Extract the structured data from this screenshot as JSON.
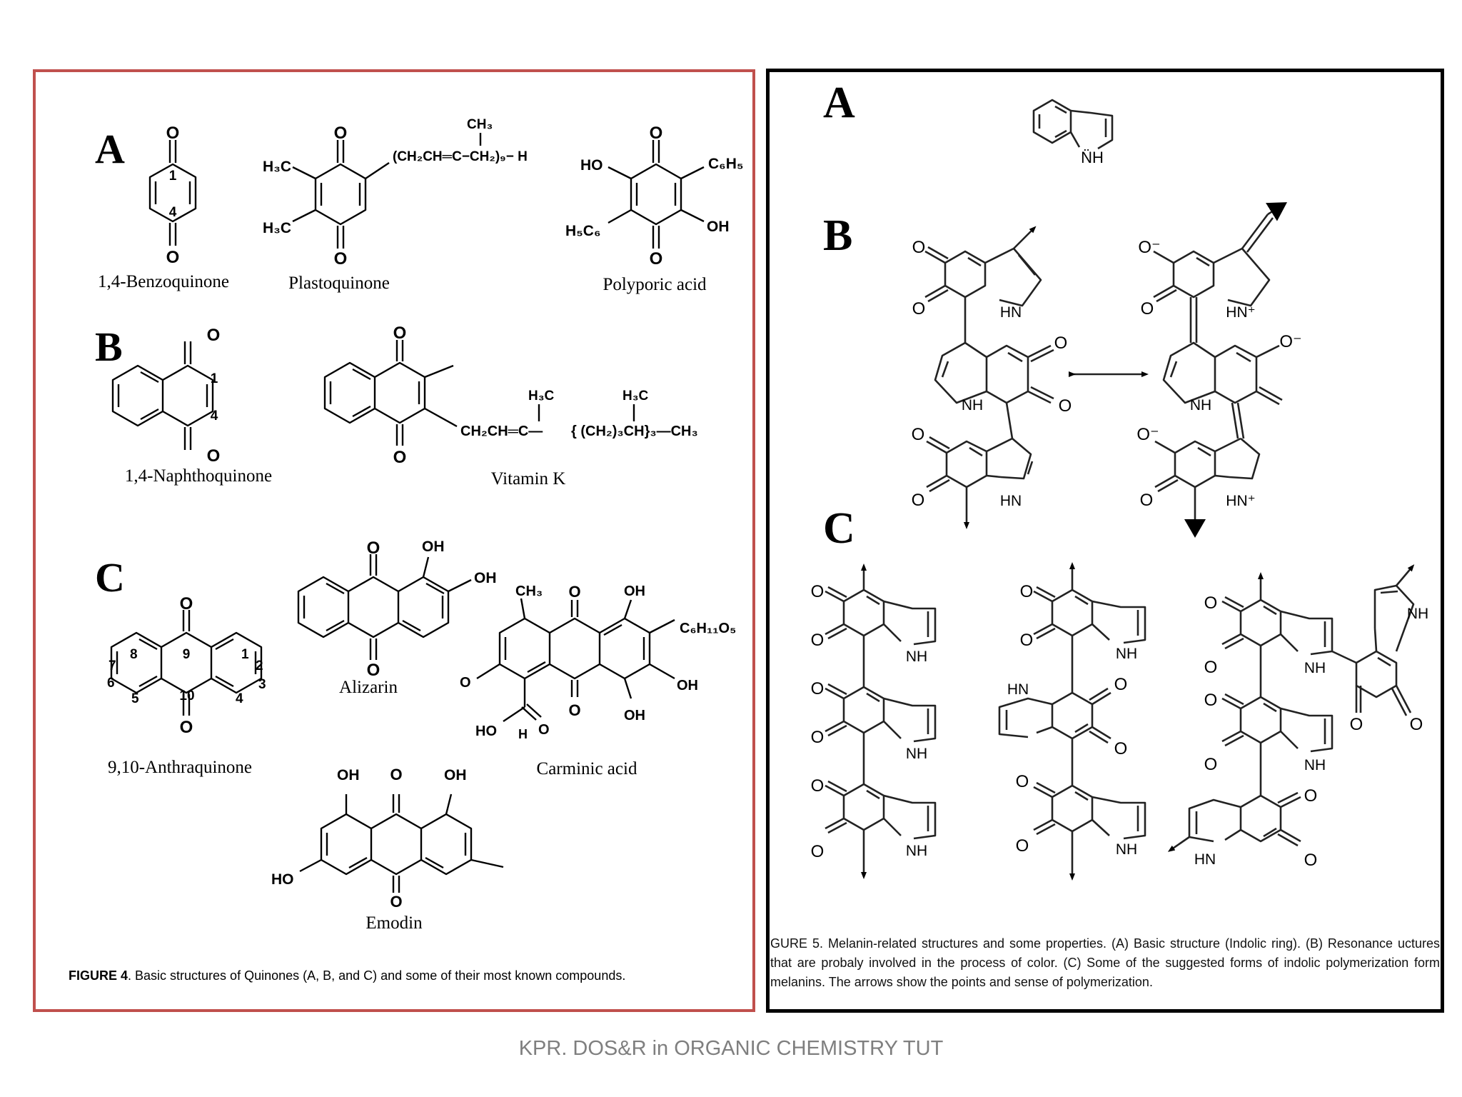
{
  "left": {
    "sections": [
      "A",
      "B",
      "C"
    ],
    "compounds": {
      "benzoquinone": "1,4-Benzoquinone",
      "plastoquinone": "Plastoquinone",
      "polyporic": "Polyporic acid",
      "naphthoquinone": "1,4-Naphthoquinone",
      "vitamin_k": "Vitamin K",
      "anthraquinone": "9,10-Anthraquinone",
      "alizarin": "Alizarin",
      "carminic": "Carminic acid",
      "emodin": "Emodin"
    },
    "atoms": {
      "O": "O",
      "OH": "OH",
      "HO": "HO",
      "H": "H",
      "NH": "NH",
      "HN": "HN",
      "CH3": "CH₃",
      "H3C": "H₃C",
      "C6H5": "C₆H₅",
      "H5C6": "H₅C₆",
      "C6H11O5": "C₆H₁₁O₅",
      "plasto_chain": "(CH₂CH═C−CH₂)₉− H",
      "vitk_chain_a": "CH₂CH═C—",
      "vitk_chain_b": "{ (CH₂)₃CH}₃—CH₃"
    },
    "numbers": [
      "1",
      "2",
      "3",
      "4",
      "5",
      "6",
      "7",
      "8",
      "9",
      "10"
    ],
    "caption_label": "FIGURE 4",
    "caption_text": ". Basic structures of Quinones (A, B, and C) and some of their most known compounds."
  },
  "right": {
    "sections": [
      "A",
      "B",
      "C"
    ],
    "atoms": {
      "NH_dots": "N̈H",
      "HN_plus": "HN⁺",
      "O_minus": "O⁻"
    },
    "caption": "GURE 5. Melanin-related structures and some properties. (A) Basic structure (Indolic ring). (B) Resonance uctures that are probaly involved in the process of color. (C) Some of the suggested forms of indolic polymerization form melanins. The arrows show the points and sense of polymerization."
  },
  "footer": "KPR. DOS&R in ORGANIC CHEMISTRY TUT"
}
